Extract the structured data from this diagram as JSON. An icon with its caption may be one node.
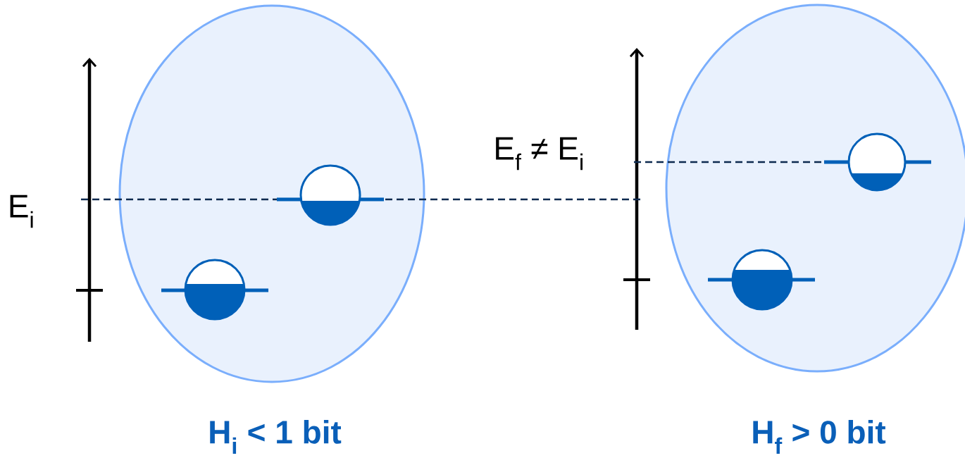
{
  "diagram": {
    "nodes": [
      {
        "text": [
          "H$_{i}$ < 1 bit"
        ]
      },
      {
        "text": [
          "H$_{f}$ > 0 bit"
        ]
      }
    ],
    "labels": [
      "E$_{i}$",
      "E$_{f}$ ≠ E$_{i}$"
    ]
  }
}
